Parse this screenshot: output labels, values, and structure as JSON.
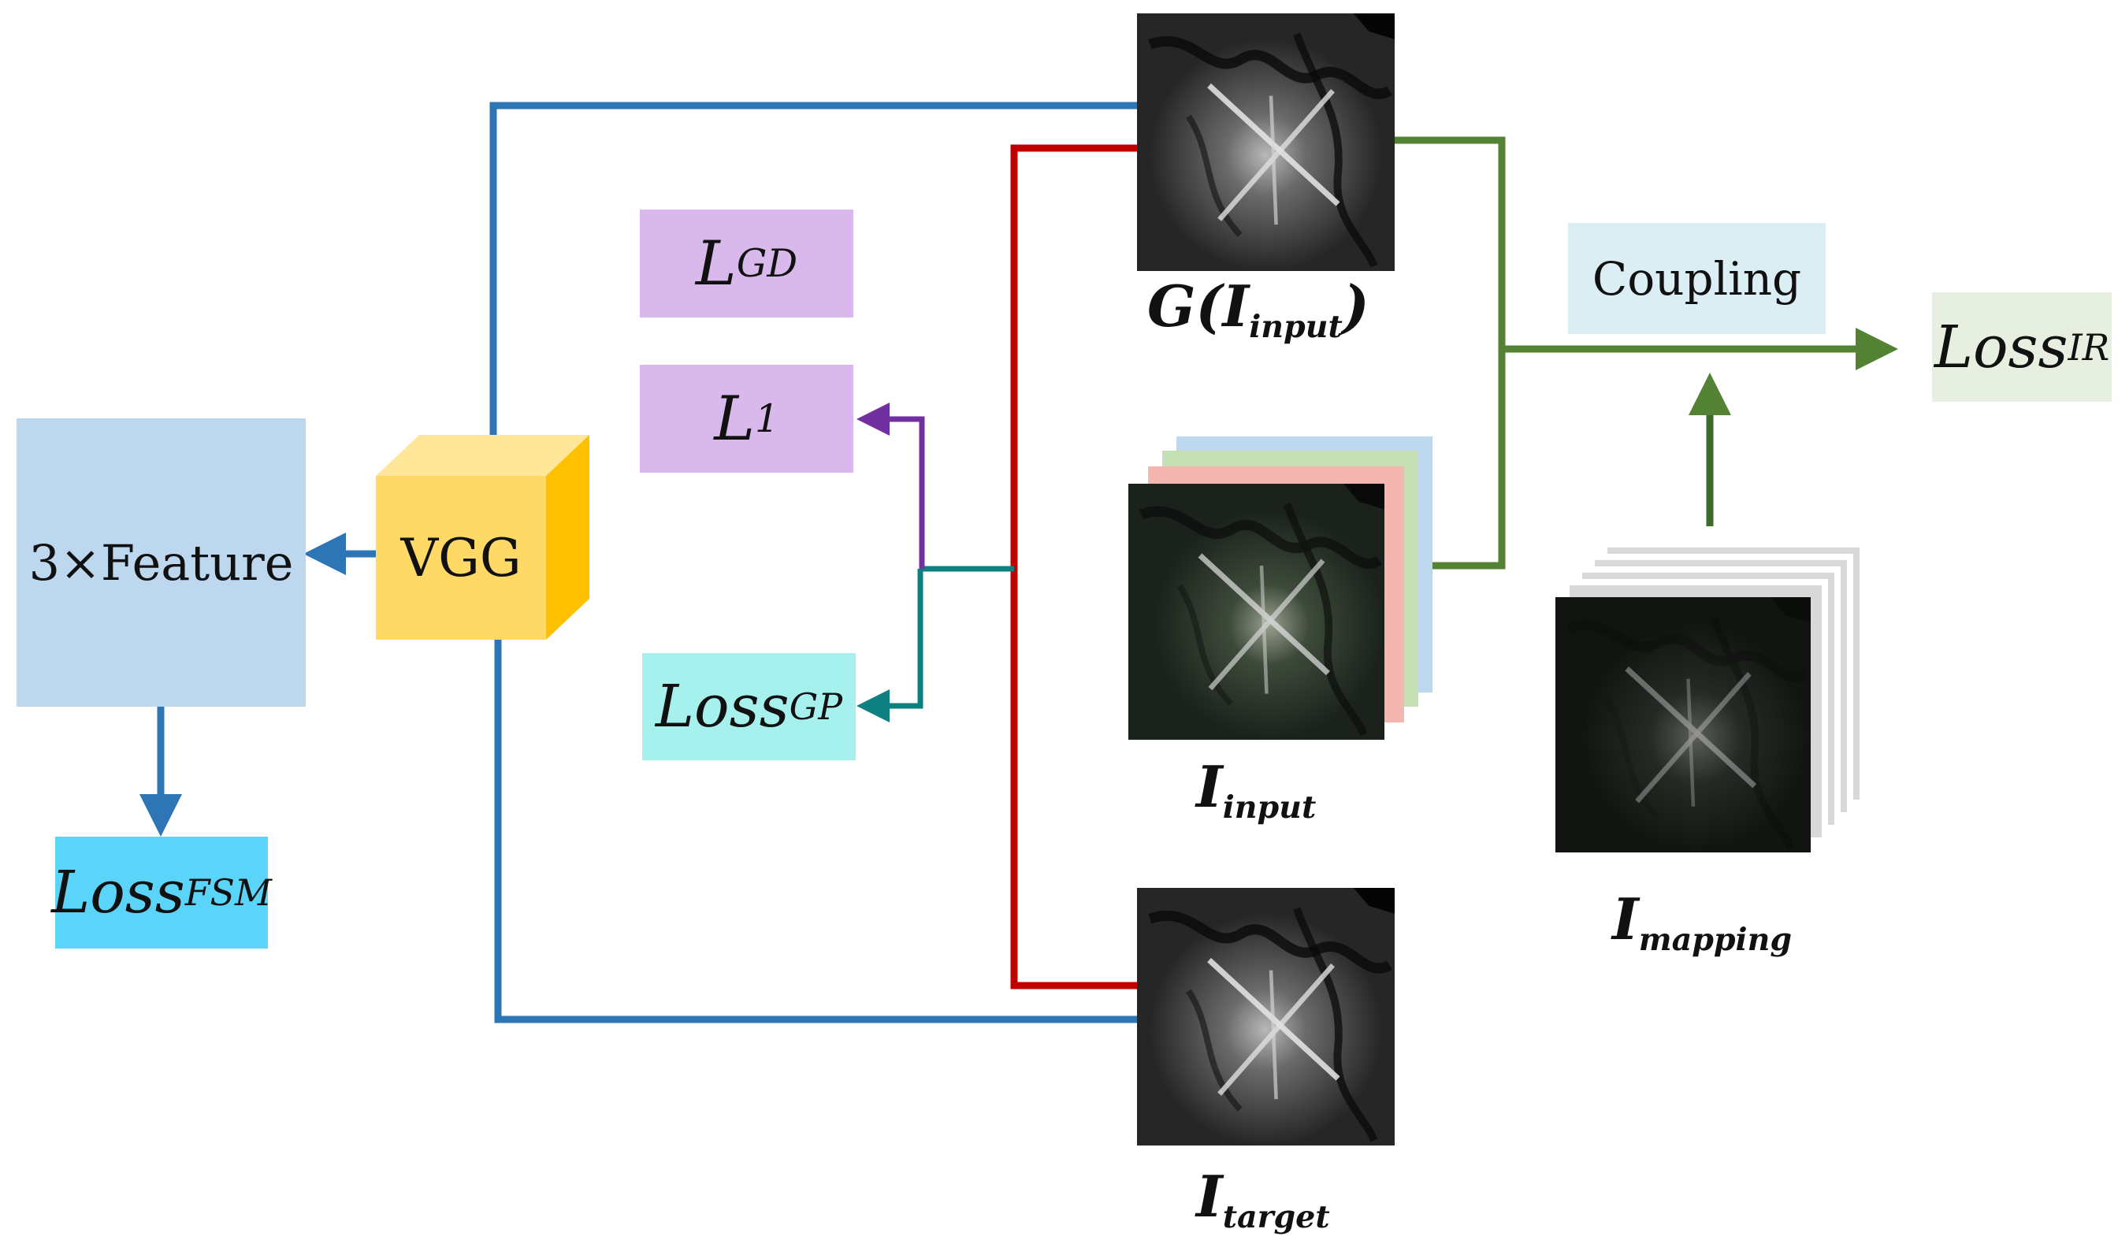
{
  "colors": {
    "blue_line": "#2e75b6",
    "red_line": "#c00000",
    "green_line": "#548235",
    "purple_arrow": "#7030a0",
    "teal_arrow": "#0f8080",
    "feature_box": "#bdd7ee",
    "loss_fsm_box": "#5ad4f8",
    "vgg_front": "#ffd966",
    "vgg_top": "#ffe699",
    "vgg_side": "#ffc000",
    "l_box": "#d9b8ec",
    "loss_gp_box": "#a6f0ee",
    "coupling_box": "#dbeef4",
    "loss_ir_box": "#e7f0e0"
  },
  "nodes": {
    "feature": {
      "text": "3×Feature"
    },
    "loss_fsm": {
      "main": "Loss",
      "sub": "FSM"
    },
    "vgg": {
      "text": "VGG"
    },
    "l_gd": {
      "main": "L",
      "sub": "GD"
    },
    "l_1": {
      "main": "L",
      "sub": "1"
    },
    "loss_gp": {
      "main": "Loss",
      "sub": "GP"
    },
    "coupling": {
      "text": "Coupling"
    },
    "loss_ir": {
      "main": "Loss",
      "sub": "IR"
    }
  },
  "images": {
    "g_input": {
      "label_prefix": "G(I",
      "label_sub": "input",
      "label_suffix": ")"
    },
    "i_input": {
      "label_main": "I",
      "label_sub": "input"
    },
    "i_target": {
      "label_main": "I",
      "label_sub": "target"
    },
    "i_mapping": {
      "label_main": "I",
      "label_sub": "mapping"
    }
  }
}
